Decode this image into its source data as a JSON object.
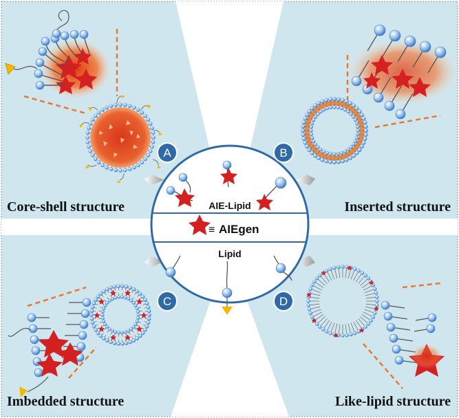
{
  "colors": {
    "panel_bg": "#cfe6ef",
    "accent_orange": "#e8782a",
    "aiegen_red": "#d42020",
    "lipid_blue": "#6fa6de",
    "badge_blue": "#2f6aa6",
    "tail_gray": "#555555"
  },
  "panels": [
    {
      "badge": "A",
      "caption": "Core-shell structure"
    },
    {
      "badge": "B",
      "caption": "Inserted structure"
    },
    {
      "badge": "C",
      "caption": "Imbedded structure"
    },
    {
      "badge": "D",
      "caption": "Like-lipid structure"
    }
  ],
  "legend": {
    "aie_lipid": "AIE-Lipid",
    "aiegen_symbol": "≡",
    "aiegen": "AIEgen",
    "lipid": "Lipid"
  },
  "icons": [
    "lipid-molecule-icon",
    "aiegen-star-icon",
    "ligand-triangle-icon",
    "arrow-icon"
  ]
}
